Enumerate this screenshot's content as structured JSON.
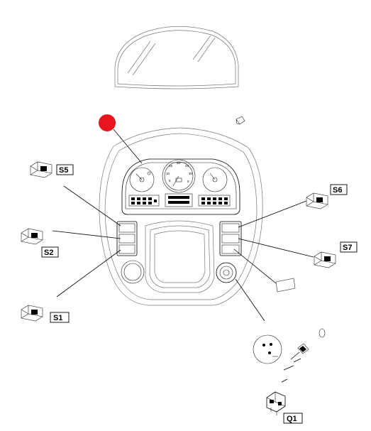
{
  "labels": {
    "s1": "S1",
    "s2": "S2",
    "s5": "S5",
    "s6": "S6",
    "s7": "S7",
    "q1": "Q1"
  },
  "gauge_numbers": {
    "t20": "20",
    "t25": "25",
    "t15": "15",
    "t30": "30",
    "t10": "10",
    "t5": "5",
    "t0": "0"
  },
  "colors": {
    "marker": "#e8141e",
    "line": "#000000",
    "outline": "#777777"
  },
  "icons": [
    "windshield-glass",
    "red-dot-marker",
    "rocker-switch",
    "ignition-key",
    "ignition-switch-body",
    "warning-lamp-panel"
  ]
}
